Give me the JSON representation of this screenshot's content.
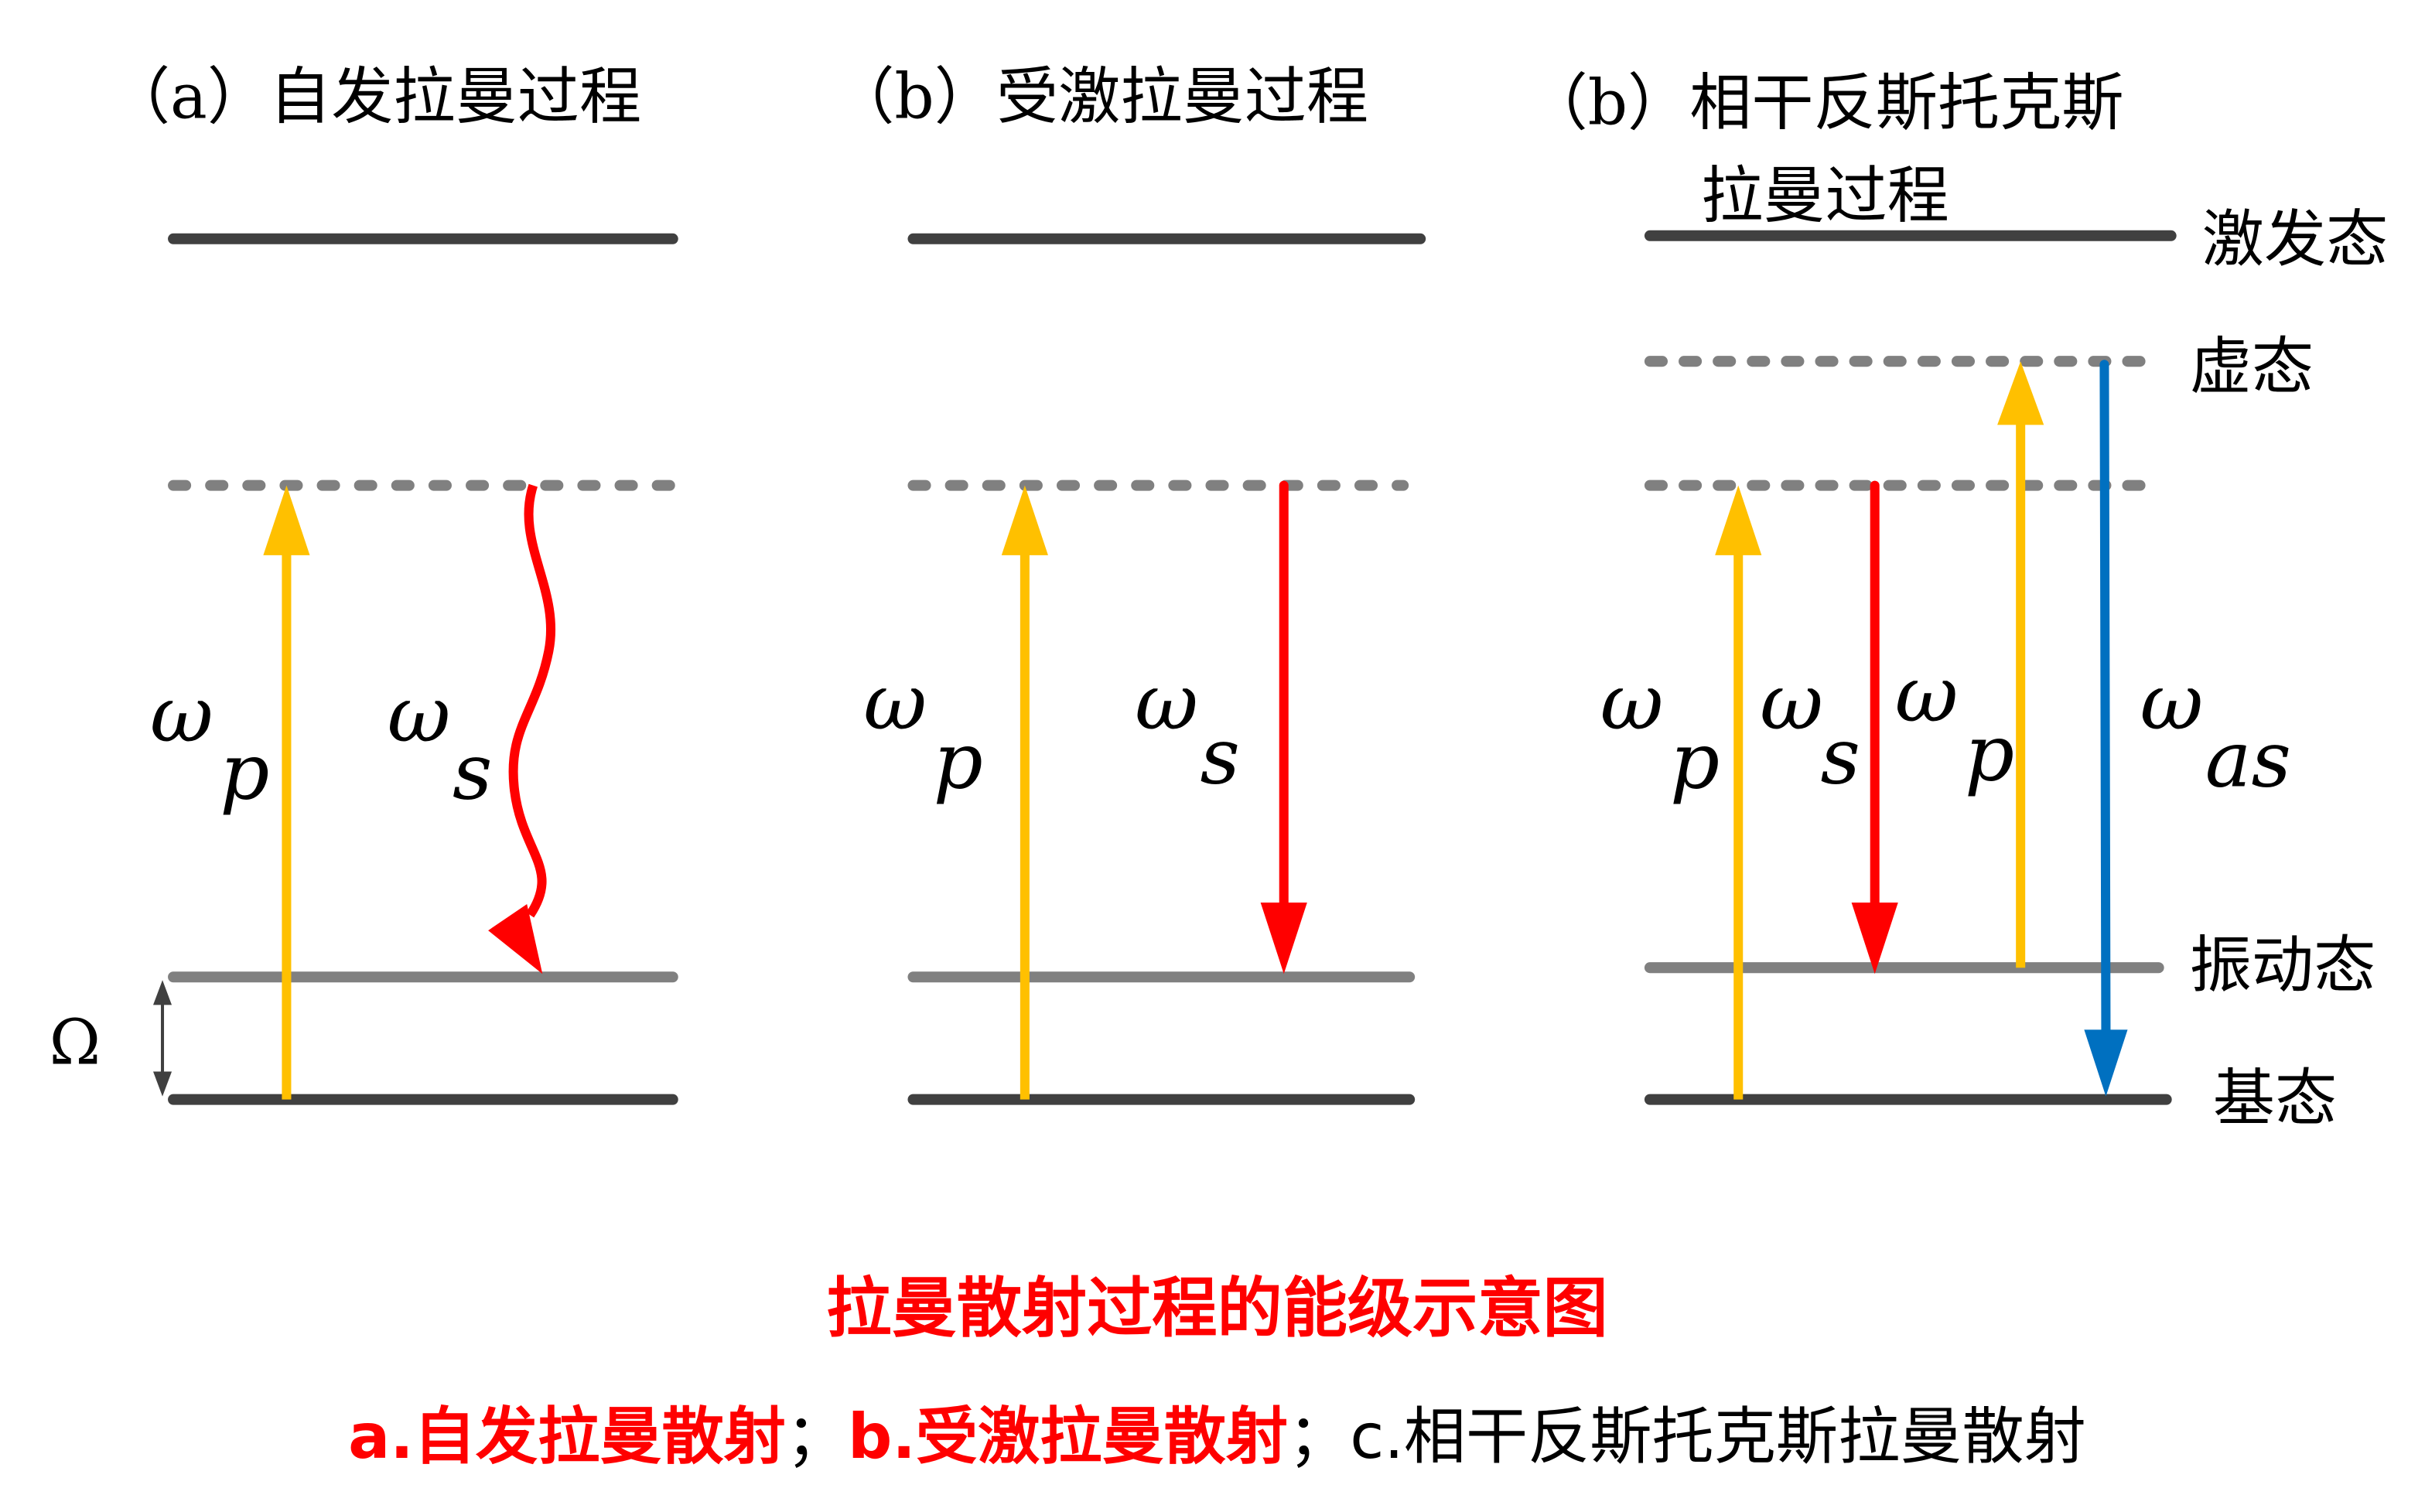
{
  "panels": {
    "a": {
      "title": "（a）自发拉曼过程",
      "omega_p": "ω",
      "p": "p",
      "omega_s": "ω",
      "s": "s",
      "omega_level": "Ω"
    },
    "b": {
      "title": "（b）受激拉曼过程",
      "omega_p": "ω",
      "p": "p",
      "omega_s": "ω",
      "s": "s"
    },
    "c": {
      "title_line1": "（b）相干反斯托克斯",
      "title_line2": "拉曼过程",
      "omega_p1": "ω",
      "p1": "p",
      "omega_s": "ω",
      "s": "s",
      "omega_p2": "ω",
      "p2": "p",
      "omega_as": "ω",
      "as": "as",
      "states": {
        "excited": "激发态",
        "virtual": "虚态",
        "vibrational": "振动态",
        "ground": "基态"
      }
    }
  },
  "caption": {
    "title": "拉曼散射过程的能级示意图",
    "part_a": "a.自发拉曼散射",
    "sep1": "；",
    "part_b": "b.受激拉曼散射",
    "sep2": "；",
    "part_c": "c.相干反斯托克斯拉曼散射"
  },
  "colors": {
    "pump": "#FFC000",
    "stokes": "#FF0000",
    "anti_stokes": "#0070C0",
    "level": "#404040",
    "vib_level": "#808080"
  }
}
